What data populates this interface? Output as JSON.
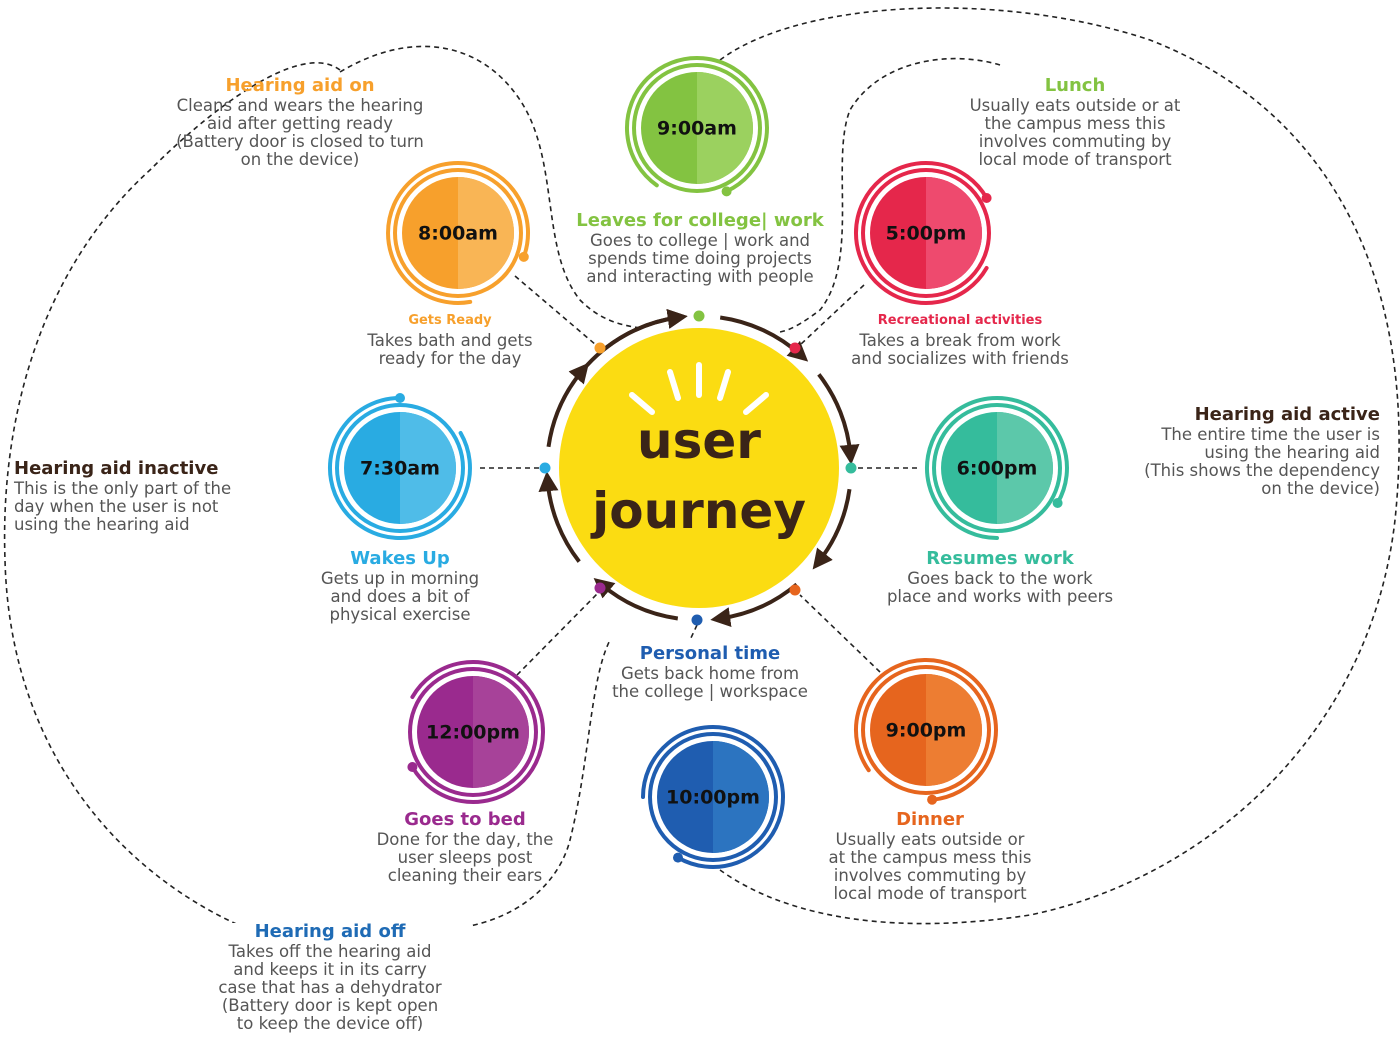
{
  "center": {
    "line1": "user",
    "line2": "journey",
    "color": "#fbdc12",
    "text_color": "#3a2418"
  },
  "nodes": [
    {
      "id": "wakes-up",
      "time": "7:30am",
      "title": "Wakes Up",
      "desc": "Gets up in morning\nand does a bit of\nphysical exercise",
      "color": "#29abe2",
      "light": "#4fbce8"
    },
    {
      "id": "gets-ready",
      "time": "8:00am",
      "title": "Gets Ready",
      "desc": "Takes bath and gets\nready for the day",
      "color": "#f7a02c",
      "light": "#f9b555"
    },
    {
      "id": "leaves",
      "time": "9:00am",
      "title": "Leaves for college| work",
      "desc": "Goes to college | work and\nspends time doing projects\nand interacting with people",
      "color": "#83c341",
      "light": "#9bd15f"
    },
    {
      "id": "recreational",
      "time": "5:00pm",
      "title": "Recreational activities",
      "desc": "Takes a break from work\nand socializes with friends",
      "color": "#e5274b",
      "light": "#ee4a6e"
    },
    {
      "id": "resumes",
      "time": "6:00pm",
      "title": "Resumes work",
      "desc": "Goes back to the work\nplace and works with peers",
      "color": "#35bc9c",
      "light": "#5cc8aa"
    },
    {
      "id": "dinner",
      "time": "9:00pm",
      "title": "Dinner",
      "desc": "Usually eats outside or\nat the campus mess this\ninvolves commuting by\nlocal mode of transport",
      "color": "#e6651e",
      "light": "#ed7d32"
    },
    {
      "id": "personal",
      "time": "10:00pm",
      "title": "Personal time",
      "desc": "Gets back home from\nthe college | workspace",
      "color": "#1f5db0",
      "light": "#2c74c0"
    },
    {
      "id": "bed",
      "time": "12:00pm",
      "title": "Goes to bed",
      "desc": "Done for the day, the\nuser sleeps post\ncleaning their ears",
      "color": "#9a2a8e",
      "light": "#a74299"
    }
  ],
  "annotations": {
    "hearing_on": {
      "title": "Hearing aid on",
      "desc": "Cleans and wears the hearing\naid after getting ready\n(Battery door is closed to turn\non the device)",
      "color": "#f7a02c"
    },
    "lunch": {
      "title": "Lunch",
      "desc": "Usually eats outside or at\nthe campus mess this\ninvolves commuting by\nlocal mode of transport",
      "color": "#83c341"
    },
    "hearing_active": {
      "title": "Hearing aid active",
      "desc": "The entire time the user is\nusing the hearing aid\n(This shows the dependency\non the device)",
      "color": "#3a2418"
    },
    "hearing_inactive": {
      "title": "Hearing aid inactive",
      "desc": "This is the only part of the\nday when the user is not\nusing the hearing aid",
      "color": "#3a2418"
    },
    "hearing_off": {
      "title": "Hearing aid off",
      "desc": "Takes off the hearing aid\nand keeps it in its carry\ncase that has a dehydrator\n(Battery door is kept open\nto keep the device off)",
      "color": "#1f6bb5"
    }
  }
}
